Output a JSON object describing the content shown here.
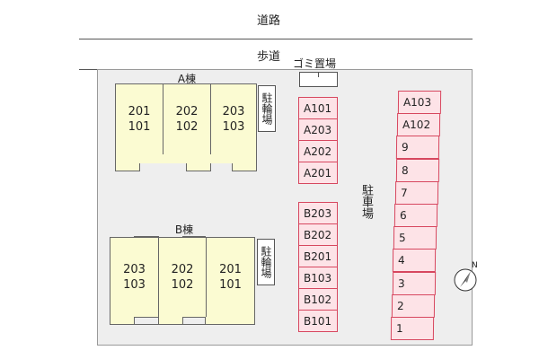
{
  "road": "道路",
  "sidewalk": "歩道",
  "trash_area": "ゴミ置場",
  "building_a": {
    "label": "A棟",
    "units": [
      {
        "upper": "201",
        "lower": "101"
      },
      {
        "upper": "202",
        "lower": "102"
      },
      {
        "upper": "203",
        "lower": "103"
      }
    ],
    "bike_parking": "駐輪場"
  },
  "building_b": {
    "label": "B棟",
    "units": [
      {
        "upper": "203",
        "lower": "103"
      },
      {
        "upper": "202",
        "lower": "102"
      },
      {
        "upper": "201",
        "lower": "101"
      }
    ],
    "bike_parking": "駐輪場"
  },
  "parking_label": "駐車場",
  "parking_column_a": [
    "A101",
    "A203",
    "A202",
    "A201"
  ],
  "parking_column_b": [
    "B203",
    "B202",
    "B201",
    "B103",
    "B102",
    "B101"
  ],
  "parking_column_right": [
    "A103",
    "A102",
    "9",
    "8",
    "7",
    "6",
    "5",
    "4",
    "3",
    "2",
    "1"
  ],
  "compass": "N",
  "colors": {
    "building": "#fbfbd2",
    "parking": "#fde3e7",
    "parking_border": "#d7475f",
    "lot": "#eeeeee"
  }
}
